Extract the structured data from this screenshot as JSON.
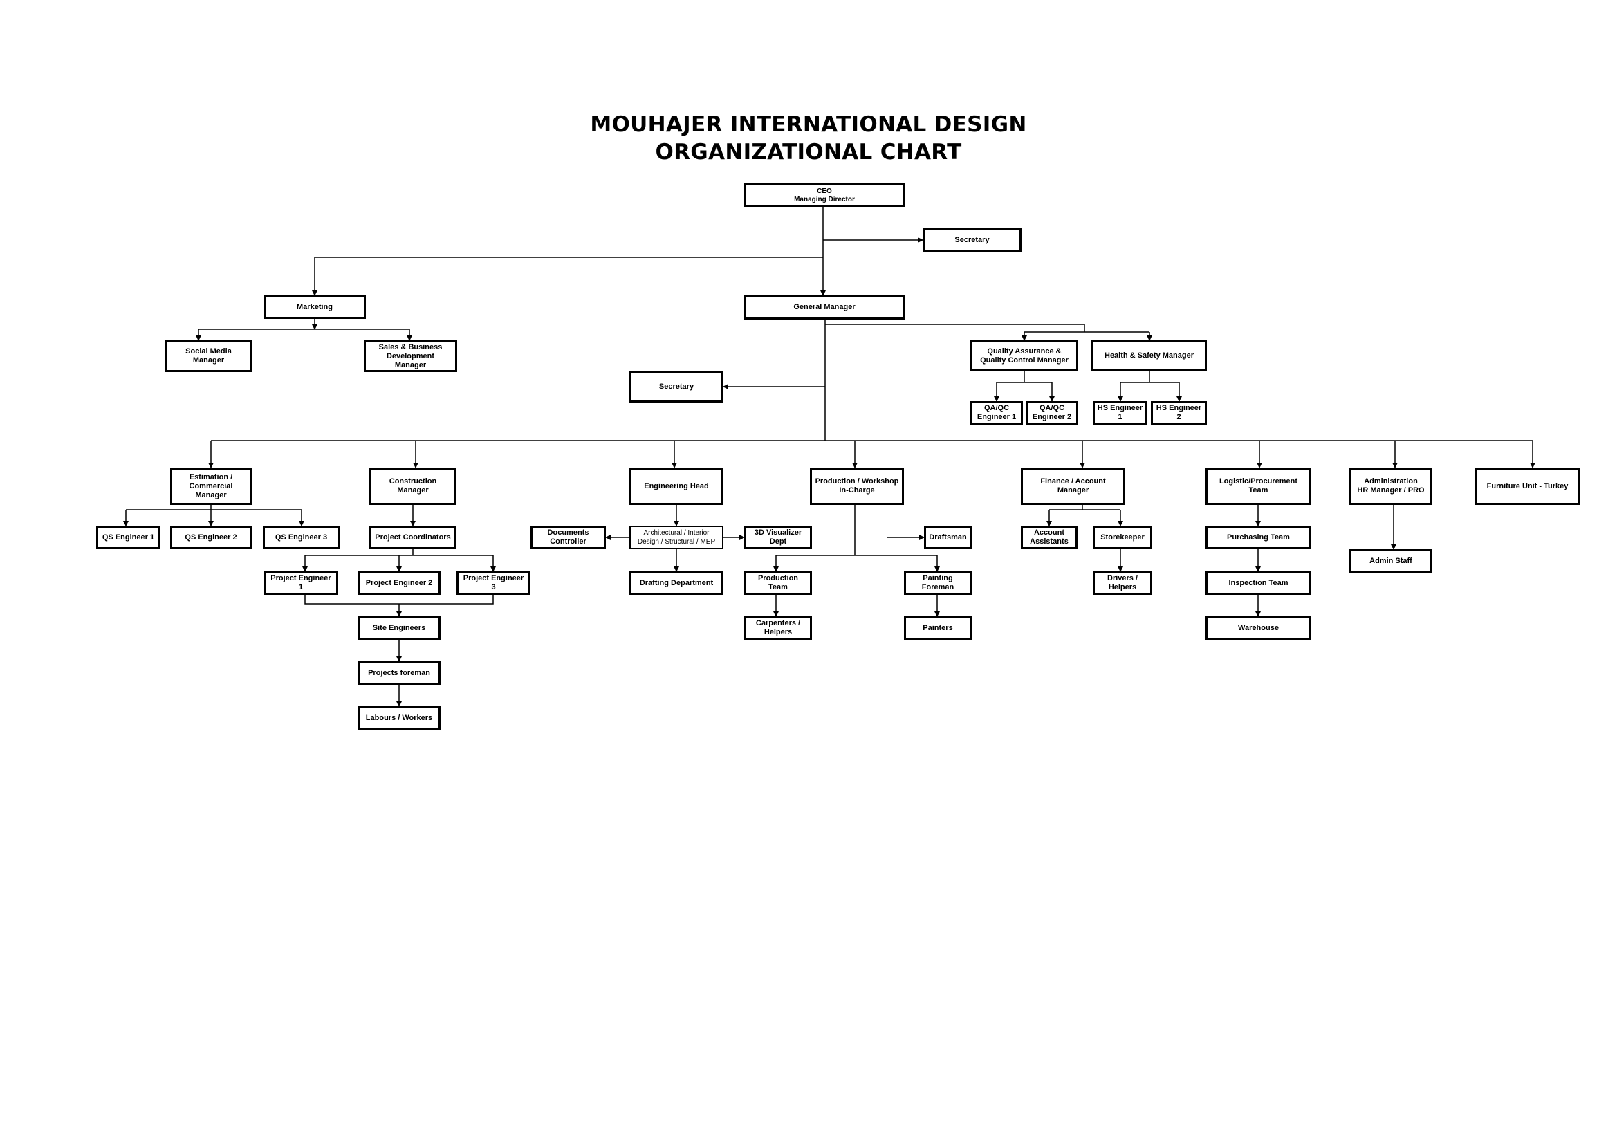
{
  "title": {
    "line1": "MOUHAJER INTERNATIONAL DESIGN",
    "line2": "ORGANIZATIONAL CHART"
  },
  "nodes": {
    "ceo": "CEO\nManaging Director",
    "secretary_ceo": "Secretary",
    "marketing": "Marketing",
    "general_manager": "General Manager",
    "social_media": "Social Media\nManager",
    "sales_bd": "Sales & Business\nDevelopment\nManager",
    "secretary_gm": "Secretary",
    "qa_qc_manager": "Quality Assurance &\nQuality Control Manager",
    "hs_manager": "Health & Safety Manager",
    "qaqc_eng1": "QA/QC\nEngineer 1",
    "qaqc_eng2": "QA/QC\nEngineer 2",
    "hs_eng1": "HS Engineer\n1",
    "hs_eng2": "HS Engineer\n2",
    "estimation": "Estimation /\nCommercial\nManager",
    "construction": "Construction\nManager",
    "engineering_head": "Engineering Head",
    "production_workshop": "Production / Workshop\nIn-Charge",
    "finance": "Finance / Account Manager",
    "logistic": "Logistic/Procurement\nTeam",
    "administration": "Administration\nHR Manager / PRO",
    "furniture": "Furniture Unit - Turkey",
    "qs_eng1": "QS Engineer 1",
    "qs_eng2": "QS Engineer 2",
    "qs_eng3": "QS Engineer 3",
    "project_coordinators": "Project Coordinators",
    "proj_eng1": "Project Engineer 1",
    "proj_eng2": "Project Engineer 2",
    "proj_eng3": "Project Engineer 3",
    "site_engineers": "Site Engineers",
    "projects_foreman": "Projects foreman",
    "labours": "Labours / Workers",
    "documents_controller": "Documents\nController",
    "architectural": "Architectural / Interior\nDesign / Structural / MEP",
    "visualizer": "3D Visualizer\nDept",
    "drafting": "Drafting Department",
    "draftsman": "Draftsman",
    "production_team": "Production\nTeam",
    "carpenters": "Carpenters /\nHelpers",
    "painting_foreman": "Painting\nForeman",
    "painters": "Painters",
    "account_assistants": "Account\nAssistants",
    "storekeeper": "Storekeeper",
    "drivers": "Drivers /\nHelpers",
    "purchasing": "Purchasing Team",
    "inspection": "Inspection Team",
    "warehouse": "Warehouse",
    "admin_staff": "Admin Staff"
  }
}
